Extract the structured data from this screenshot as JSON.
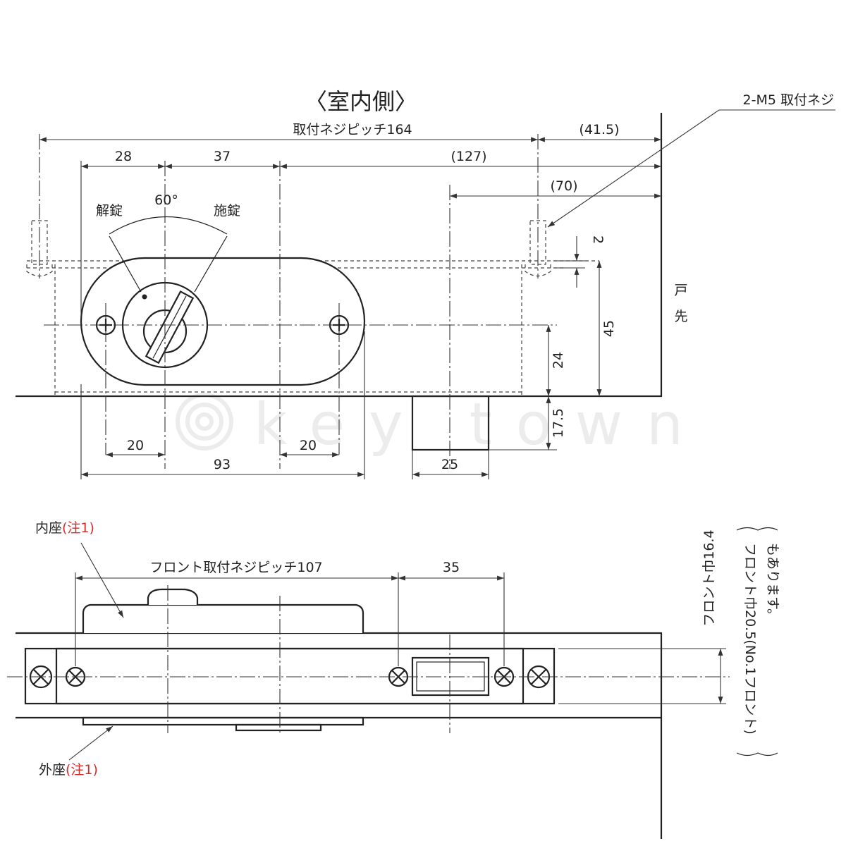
{
  "watermark": "key town",
  "top_view": {
    "title": "〈室内側〉",
    "dim_pitch_164": "取付ネジピッチ164",
    "dim_41_5": "(41.5)",
    "dim_28": "28",
    "dim_37": "37",
    "dim_127": "(127)",
    "dim_70": "(70)",
    "angle": "60°",
    "unlock": "解錠",
    "lock": "施錠",
    "screw_label": "2-M5 取付ネジ",
    "dim_2": "2",
    "dim_45": "45",
    "dim_24": "24",
    "dim_17_5": "17.5",
    "door_edge": "戸先",
    "dim_20_left": "20",
    "dim_20_right": "20",
    "dim_93": "93",
    "dim_25": "25"
  },
  "bottom_view": {
    "inner_seat": "内座",
    "inner_note": "(注1)",
    "front_pitch": "フロント取付ネジピッチ107",
    "dim_35": "35",
    "front_width": "フロント巾16.4",
    "alt_width_line1": "フロント巾20.5(No.1フロント)",
    "alt_width_line2": "もあります。",
    "outer_seat": "外座",
    "outer_note": "(注1)"
  }
}
